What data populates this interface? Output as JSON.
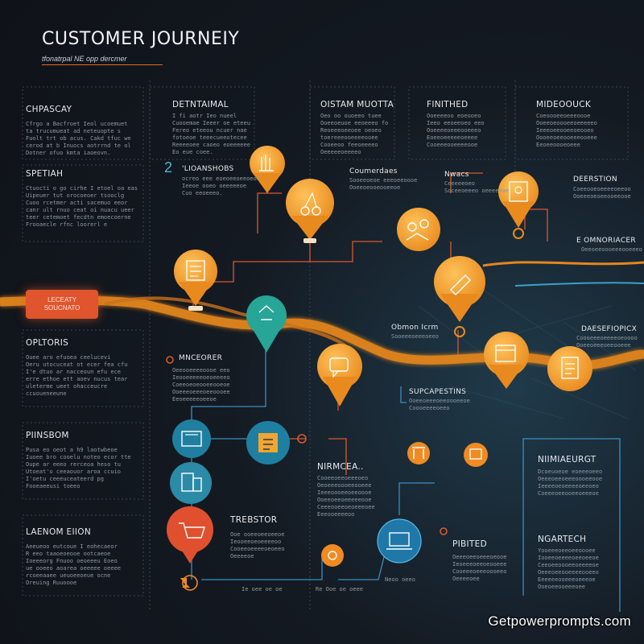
{
  "header": {
    "title": "CUSTOMER JOURNEIY",
    "subtitle": "tfonatrpal NE opp dercmer"
  },
  "left_column": [
    {
      "title": "CHPASCAY",
      "lines": [
        "Cfrgo a Bacfroet Ieol ucoemuet",
        "ta trucumueat ad neteuopte s",
        "Fuolt trt ob acus. Cakd tfuc we",
        "cerod at b Inuocs aotrrnd te ol",
        "Dotner ofuo kmta iaoeovn."
      ]
    },
    {
      "title": "SPETIAH",
      "lines": [
        "Ctuocti o go cirhe I etoel oa eas",
        "Uipeuer tut orocoeoer tsooclg",
        "Cuoo rcetmer acti sacemuo eeor",
        "canr ult rnuo ceat oi nuacu ueer",
        "teer cetemoet fecdtn emoecoerne",
        "Frooaecle rfnc loorerl e"
      ]
    },
    {
      "title": "OPLTORIS",
      "lines": [
        "Ouee aro efuoea ceelucevi",
        "Oeru utocuceat ot ecer fea cfu",
        "I'e dtuo ar nacceoun efu ece",
        "erre ethoe ett aoev nucus tear",
        "uleterme ueet ohacceucre",
        "ccuoueneeune"
      ]
    },
    {
      "title": "PIINSBOM",
      "lines": [
        "Pusa eo oeot a h9 laotwbeoe",
        "Iuoee bro cooelu noteo ecor tte",
        "Oupe ar eeeo rerceoa heso tu",
        "Utoeat'o ceeaouor aroa ccuio",
        "I'oetu ceeeuceateerd pg",
        "Fooeaeeusi toeeo"
      ]
    },
    {
      "title": "LAENOM EIION",
      "lines": [
        "Aeeueoo eutcoue I eohecaeor",
        "R eeo taaoeoeooe ootcaeoe",
        "Ioeeeorg Fnuoo oeoeeeu Eoeo",
        "ue ooeeo aoarea oeeeee oeeee",
        "rcoeeaaee ueuoeeoeue ocne",
        "Oreuing Ruuoooe"
      ]
    }
  ],
  "top_sections": [
    {
      "title": "DETNTAIMAL",
      "lines": [
        "I fi aotr Ieo nueel",
        "Cuooemae Ieeer oe eteeu",
        "Fereo eteeou ncuer nae",
        "fotoeoe teeecueeotecee",
        "Reeeeoee caoeo eoeeeeee",
        "Eo eue coee."
      ]
    },
    {
      "title": "OISTAM MUOTTA",
      "lines": [
        "Oeo oo ouoeeo tuee",
        "Ooeeoeuoe eeoeeeo fo",
        "Reoeeeoeeoee oeoeo",
        "toereeeooeeeeooee",
        "Cooeeoo feeoeeeeo",
        "Oeeeeeoeeeeo"
      ]
    },
    {
      "title": "FINITHED",
      "lines": [
        "Ooeeeeoo eoeooeo",
        "Ieeo eeoeeoeo eeo",
        "Ooeeeeoeeeooeeeo",
        "Eoeeoeeeeeoeeee",
        "Cooeeeooeeeeooe"
      ]
    },
    {
      "title": "MIDEOOUCK",
      "lines": [
        "Coeoooeeoeeeoooe",
        "Ooeeoeoooeeoeeeeeo",
        "Ieeeoeeooeeoeooeo",
        "Oooeeoeeooeeeooeee",
        "Eeoeeoooeoeee"
      ]
    }
  ],
  "callouts": [
    {
      "title": "'LIOANSHOBS",
      "lines": [
        "ocreo eee eoeoeeoeeoeoe",
        "Ieeoe ooeo oeeeeeoe",
        "Cuo eeoeeeo."
      ]
    },
    {
      "title": "Coumerdaes",
      "lines": [
        "Sooeeoeoe eeeoeeoooe",
        "Ooeeoeooeooeeoe"
      ]
    },
    {
      "title": "Nwacs",
      "lines": [
        "Ceeeeeoeo",
        "Soceeoeeeo oeeeeooe"
      ]
    },
    {
      "title": "DEERSTION",
      "lines": [
        "Coeeooeoeeeeoeeoo",
        "Ooeeeoeoeeooeeooe"
      ]
    },
    {
      "title": "E OMNORIACER",
      "lines": [
        "Oeeoeeoooeeeooeeeo"
      ]
    },
    {
      "title": "Obmon Icrm",
      "lines": [
        "Sooeeeoeeeoeeo"
      ]
    },
    {
      "title": "DAESEFIOPICX",
      "lines": [
        "Coooeeeoeeeeoeoooo",
        "Ooeeoeeeoeeooeee"
      ]
    },
    {
      "title": "MNCEORER",
      "lines": [
        "Oeeooeeeeoooe eeo",
        "Ieooeeeeeoeoeeeeo",
        "Coeeoeoeooeeooeoe",
        "Ooeeeoeeeoeeoooee",
        "Eeoeeeeeoeeoe"
      ]
    },
    {
      "title": "SUPCAPESTINS",
      "lines": [
        "Ooeeoeeeoeeoooeeoe",
        "Coooeeeeoeeo"
      ]
    }
  ],
  "bottom_sections": [
    {
      "title": "NIRMCEA..",
      "lines": [
        "Cooeeoeeoeeeoeo",
        "Oeoeeeoooeeooeee",
        "Ieeeoooeeoeeoooe",
        "Ooeeoeeoeeeeeooe",
        "Ceeeooeeoeoeeeoee",
        "Eeeooeeeeoo"
      ]
    },
    {
      "title": "TREBSTOR",
      "lines": [
        "Ooe ooeeoeeoeeoe",
        "Ieooeeoeoeeeeoo",
        "Cooeeoeeeeoeoeeo",
        "Oeeeeoe"
      ]
    },
    {
      "title": "PIBITED",
      "lines": [
        "Oeeeoeeoeeeoeooe",
        "Ieoeeeoeeoeooeee",
        "Cooeeeoeeeoooeeo",
        "Oeeeeoee"
      ]
    },
    {
      "title": "NIIMIAEURGT",
      "lines": [
        "Dcoeuoeoe eoeeeoeeo",
        "Oeeeoeeoeeeoooeeooe",
        "Ieeeeoeoeeeeoeeoeo",
        "Coeeeoeeooeeoeeeoe"
      ]
    },
    {
      "title": "NGARTECH",
      "lines": [
        "Yooeeeoeeoeeoooee",
        "Iooeeoeeeeoeeoeeoe",
        "Ceeoeeoooeeoeeeeoe",
        "Oeeeoeeooeeeeooeeo",
        "Eeeeeeooeeeoeeeoe",
        "Ooeoeeooeeeoee"
      ]
    }
  ],
  "pill": {
    "line1": "LECEATY",
    "line2": "SOUCNATO"
  },
  "step_number": "2",
  "extras": {
    "tiny_caption_1": "Ie oee oe oe",
    "tiny_caption_2": "Re Ooe oe oeee",
    "tiny_caption_3": "Neoo oeeo"
  },
  "markers": [
    {
      "icon": "hand-touch-icon",
      "color": "#f2a530"
    },
    {
      "icon": "cherries-icon",
      "color": "#f2a530"
    },
    {
      "icon": "checklist-icon",
      "color": "#f2a530"
    },
    {
      "icon": "team-icon",
      "color": "#f09a2a"
    },
    {
      "icon": "award-icon",
      "color": "#f2a530"
    },
    {
      "icon": "pencil-icon",
      "color": "#f0a02e"
    },
    {
      "icon": "map-icon",
      "color": "#2aa79b"
    },
    {
      "icon": "chat-icon",
      "color": "#f09a2a"
    },
    {
      "icon": "window-icon",
      "color": "#f0a02e"
    },
    {
      "icon": "document-icon",
      "color": "#f2a530"
    },
    {
      "icon": "user-edit-icon",
      "color": "#1f7fa0"
    },
    {
      "icon": "workflow-icon",
      "color": "#1f7fa0"
    },
    {
      "icon": "devices-icon",
      "color": "#2b8aa6"
    },
    {
      "icon": "shopping-cart-icon",
      "color": "#e0502e"
    },
    {
      "icon": "people-icon",
      "color": "#f08a22"
    },
    {
      "icon": "folder-icon",
      "color": "#f08a22"
    },
    {
      "icon": "gear-icon",
      "color": "#f08a22"
    },
    {
      "icon": "laptop-icon",
      "color": "#1f78a8"
    },
    {
      "icon": "trophy-icon",
      "color": "#f08a22"
    }
  ],
  "watermark": "Getpowerprompts.com"
}
